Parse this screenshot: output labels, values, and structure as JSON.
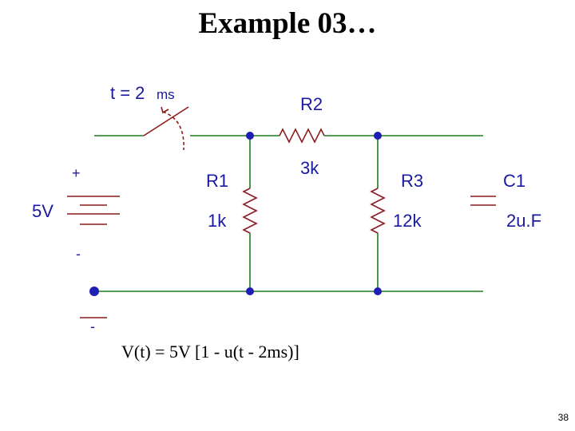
{
  "title": "Example 03…",
  "formula": "V(t) = 5V [1 - u(t - 2ms)]",
  "page_number": "38",
  "circuit": {
    "switch": {
      "label_main": "t = 2",
      "label_unit": "ms"
    },
    "source": {
      "value": "5V",
      "plus": "+",
      "minus": "-",
      "ground_minus": "-"
    },
    "r1": {
      "name": "R1",
      "value": "1k"
    },
    "r2": {
      "name": "R2",
      "value": "3k"
    },
    "r3": {
      "name": "R3",
      "value": "12k"
    },
    "c1": {
      "name": "C1",
      "value": "2u.F"
    }
  },
  "colors": {
    "wire": "#1e7a1e",
    "component": "#8c1a1a",
    "node": "#1f1fb4",
    "label": "#1a1aa0"
  }
}
